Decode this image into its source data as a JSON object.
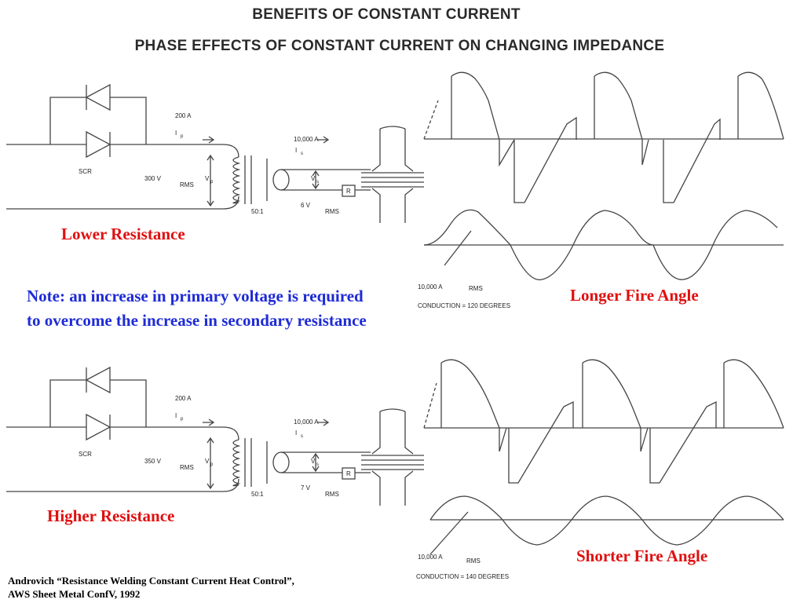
{
  "title": "BENEFITS OF CONSTANT CURRENT",
  "subtitle": "PHASE EFFECTS OF CONSTANT CURRENT ON CHANGING IMPEDANCE",
  "labels": {
    "lower_resistance": "Lower Resistance",
    "higher_resistance": "Higher Resistance",
    "longer_fire_angle": "Longer Fire Angle",
    "shorter_fire_angle": "Shorter Fire Angle"
  },
  "note": "Note: an increase in primary voltage is required to overcome the increase in secondary resistance",
  "citation": {
    "line1": "Androvich “Resistance Welding Constant Current Heat Control”,",
    "line2": "AWS Sheet Metal ConfV, 1992"
  },
  "circuit_top": {
    "scr": "SCR",
    "primary_current": "200 A",
    "ip": "I",
    "ip_sub": "p",
    "primary_voltage": "300 V",
    "rms1": "RMS",
    "vp": "V",
    "vp_sub": "p",
    "ratio": "50:1",
    "secondary_current": "10,000 A",
    "is": "I",
    "is_sub": "s",
    "vs": "V",
    "vs_sub": "s",
    "r": "R",
    "secondary_voltage": "6 V",
    "rms2": "RMS"
  },
  "circuit_bottom": {
    "scr": "SCR",
    "primary_current": "200 A",
    "ip": "I",
    "ip_sub": "p",
    "primary_voltage": "350 V",
    "rms1": "RMS",
    "vp": "V",
    "vp_sub": "p",
    "ratio": "50:1",
    "secondary_current": "10,000 A",
    "is": "I",
    "is_sub": "s",
    "vs": "V",
    "vs_sub": "s",
    "r": "R",
    "secondary_voltage": "7 V",
    "rms2": "RMS"
  },
  "wave_top": {
    "current": "10,000 A",
    "rms": "RMS",
    "conduction": "CONDUCTION = 120 DEGREES"
  },
  "wave_bottom": {
    "current": "10,000 A",
    "rms": "RMS",
    "conduction": "CONDUCTION = 140 DEGREES"
  }
}
